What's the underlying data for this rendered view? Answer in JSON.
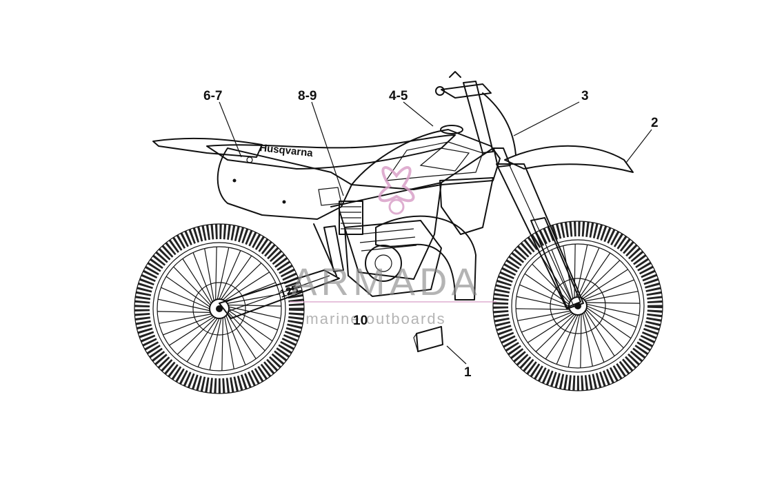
{
  "callouts": {
    "c1": "1",
    "c2": "2",
    "c3": "3",
    "c45": "4-5",
    "c67": "6-7",
    "c89": "8-9",
    "c10": "10"
  },
  "decals": {
    "brand": "Husqvarna",
    "model": "125"
  },
  "watermark": {
    "name": "ARMADA",
    "tagline": "marine outboards",
    "color": "#d9a0c8"
  }
}
